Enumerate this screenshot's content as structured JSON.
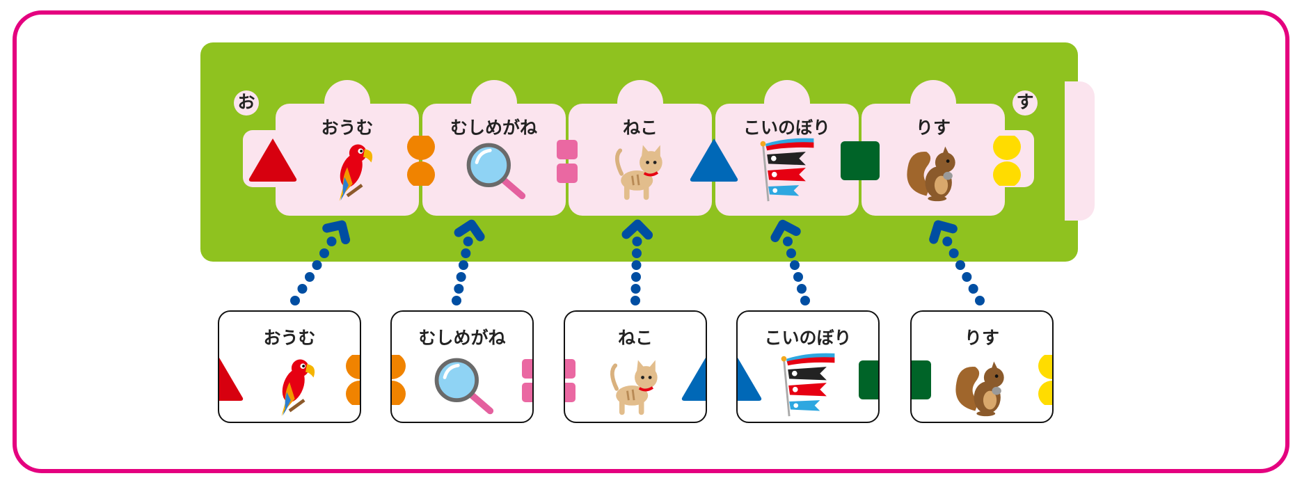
{
  "start_char": "お",
  "end_char": "す",
  "words": [
    {
      "label": "おうむ",
      "icon": "parrot-icon"
    },
    {
      "label": "むしめがね",
      "icon": "magnifying-glass-icon"
    },
    {
      "label": "ねこ",
      "icon": "cat-icon"
    },
    {
      "label": "こいのぼり",
      "icon": "koinobori-icon"
    },
    {
      "label": "りす",
      "icon": "squirrel-icon"
    }
  ],
  "connectors": [
    {
      "shape": "triangle",
      "color": "#d7000f"
    },
    {
      "shape": "dots",
      "color": "#f08300"
    },
    {
      "shape": "squares",
      "color": "#ea68a2"
    },
    {
      "shape": "triangle",
      "color": "#0068b7"
    },
    {
      "shape": "square",
      "color": "#006428"
    },
    {
      "shape": "dots",
      "color": "#ffdc00"
    }
  ],
  "colors": {
    "frame": "#e4007f",
    "board": "#8fc21f",
    "piece": "#fbe4ee",
    "arrow": "#004ea2"
  }
}
